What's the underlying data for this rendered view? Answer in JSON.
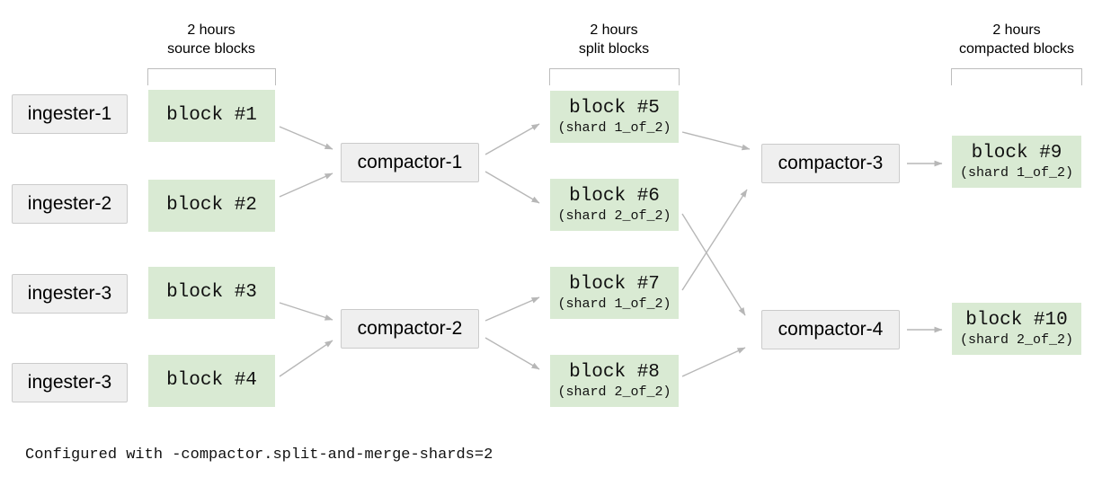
{
  "diagram": {
    "column_headers": {
      "source": {
        "line1": "2 hours",
        "line2": "source blocks"
      },
      "split": {
        "line1": "2 hours",
        "line2": "split blocks"
      },
      "compacted": {
        "line1": "2 hours",
        "line2": "compacted blocks"
      }
    },
    "ingesters": [
      {
        "label": "ingester-1"
      },
      {
        "label": "ingester-2"
      },
      {
        "label": "ingester-3"
      },
      {
        "label": "ingester-3"
      }
    ],
    "source_blocks": [
      {
        "label": "block #1"
      },
      {
        "label": "block #2"
      },
      {
        "label": "block #3"
      },
      {
        "label": "block #4"
      }
    ],
    "split_stage_compactors": [
      {
        "label": "compactor-1"
      },
      {
        "label": "compactor-2"
      }
    ],
    "split_blocks": [
      {
        "label": "block #5",
        "shard": "(shard 1_of_2)"
      },
      {
        "label": "block #6",
        "shard": "(shard 2_of_2)"
      },
      {
        "label": "block #7",
        "shard": "(shard 1_of_2)"
      },
      {
        "label": "block #8",
        "shard": "(shard 2_of_2)"
      }
    ],
    "merge_stage_compactors": [
      {
        "label": "compactor-3"
      },
      {
        "label": "compactor-4"
      }
    ],
    "compacted_blocks": [
      {
        "label": "block #9",
        "shard": "(shard 1_of_2)"
      },
      {
        "label": "block #10",
        "shard": "(shard 2_of_2)"
      }
    ],
    "caption": "Configured with -compactor.split-and-merge-shards=2",
    "colors": {
      "block_green": "#d9ead3",
      "node_fill": "#efefef",
      "node_border": "#cbcbcb",
      "arrow_gray": "#b7b7b7",
      "bracket_gray": "#bdbdbd"
    }
  }
}
